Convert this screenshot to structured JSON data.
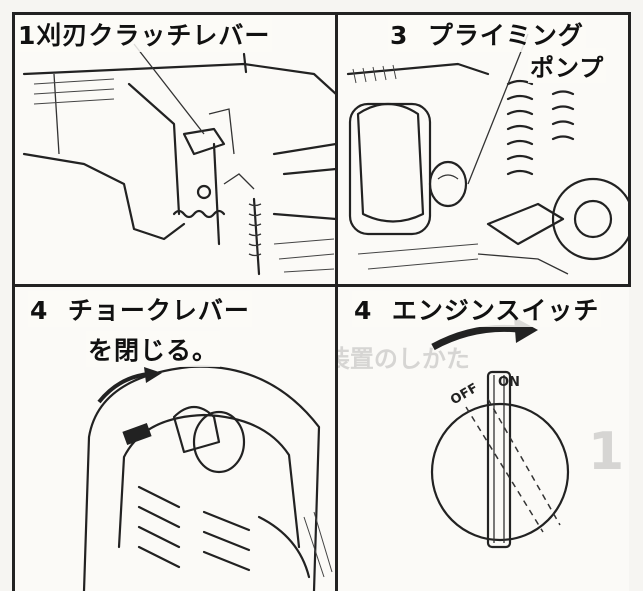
{
  "panels": [
    {
      "number": "1",
      "caption": "刈刃クラッチレバー"
    },
    {
      "number": "3",
      "caption_line1": "プライミング",
      "caption_line2": "ポンプ"
    },
    {
      "number": "4",
      "caption_line1": "チョークレバー",
      "caption_line2": "を閉じる。"
    },
    {
      "number": "4",
      "caption": "エンジンスイッチ"
    }
  ],
  "switch_labels": {
    "off": "OFF",
    "on": "ON"
  },
  "bleed_through": {
    "line1": "■バンドル旋回装置のしかた",
    "line2": "1"
  },
  "colors": {
    "ink": "#222222",
    "paper": "#fbfaf7",
    "bleed": "#a0a0a0"
  }
}
